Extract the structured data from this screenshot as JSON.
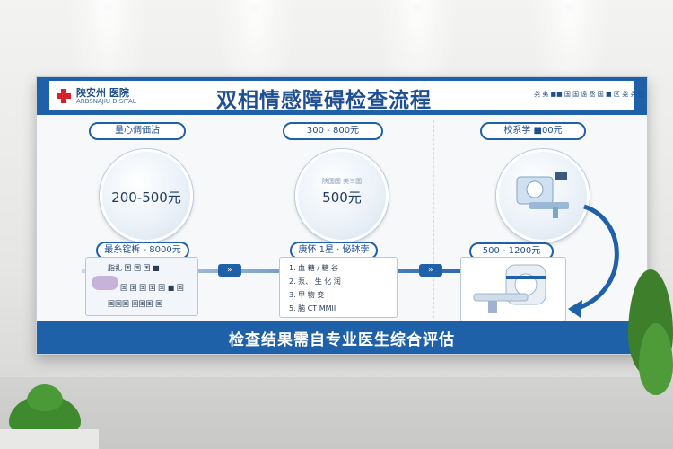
{
  "hospital": {
    "name_cn": "陕安州 医院",
    "name_en": "ARBSNAJIU DISITAL",
    "right_text": "尧 夷 ■■ 国 国 遠 丞   国 ■ 区 尧 尧 区"
  },
  "title": "双相情感障碍检查流程",
  "steps": [
    {
      "pill": "量心倜価沾",
      "circle_small": "",
      "circle_price": "200-500元"
    },
    {
      "pill": "300 - 800元",
      "circle_small": "陕国国 美ヨ国",
      "circle_price": "500元"
    },
    {
      "pill": "校系学 ■00元"
    }
  ],
  "sub_panels": [
    {
      "pill": "最糸锭柝 - 8000元",
      "lines": [
        "脂扎 国 国 国 ■",
        "国 国 国 国 国 ■ 国",
        "国国国 国国国 国"
      ]
    },
    {
      "pill": "庚怀 1星 · 怭缽孛",
      "lines": [
        "1.  血 糖 / 糖 谷",
        "2.  泵、 生 化 润",
        "3.  甲 物 变",
        "5.  脑 CT  MMII"
      ]
    },
    {
      "pill": "500 - 1200元"
    }
  ],
  "footer": "检查结果需自专业医生综合评估"
}
